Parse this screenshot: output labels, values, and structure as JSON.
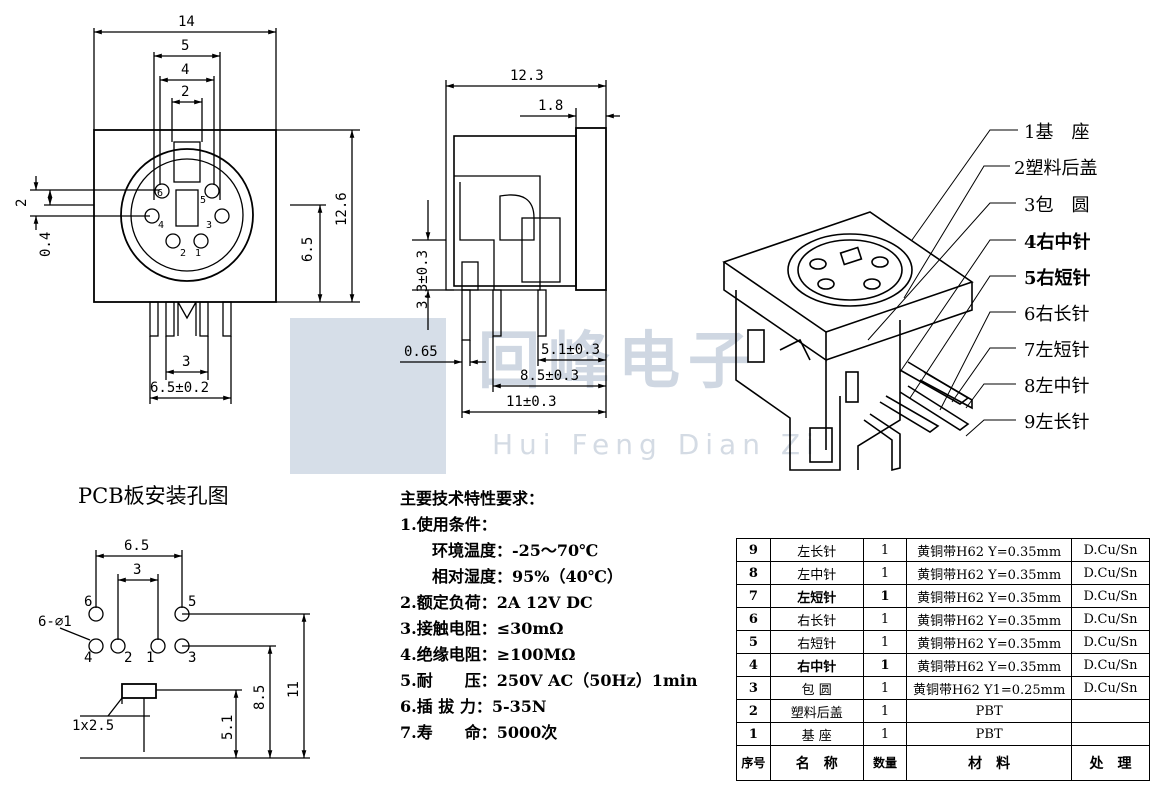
{
  "front_view": {
    "dims": [
      "14",
      "5",
      "4",
      "2",
      "2",
      "0.4",
      "6.5",
      "12.6",
      "3",
      "6.5±0.2"
    ],
    "pin_numbers": [
      "6",
      "5",
      "4",
      "3",
      "2",
      "1"
    ]
  },
  "side_view": {
    "dims": [
      "12.3",
      "1.8",
      "3.3±0.3",
      "0.65",
      "5.1±0.3",
      "8.5±0.3",
      "11±0.3"
    ]
  },
  "parts_callouts": [
    {
      "text": "1基　座",
      "bold": false
    },
    {
      "text": "2塑料后盖",
      "bold": false
    },
    {
      "text": "3包　圆",
      "bold": false
    },
    {
      "text": "4右中针",
      "bold": true
    },
    {
      "text": "5右短针",
      "bold": true
    },
    {
      "text": "6右长针",
      "bold": false
    },
    {
      "text": "7左短针",
      "bold": false
    },
    {
      "text": "8左中针",
      "bold": false
    },
    {
      "text": "9左长针",
      "bold": false
    }
  ],
  "watermark": {
    "cn": "回峰电子",
    "en": "Hui Feng Dian Zi"
  },
  "pcb": {
    "title": "PCB板安装孔图",
    "dims": [
      "6.5",
      "3",
      "6-⌀1",
      "1x2.5",
      "5.1",
      "8.5",
      "11"
    ],
    "hole_numbers": [
      "6",
      "5",
      "4",
      "2",
      "1",
      "3"
    ]
  },
  "specs": {
    "title": "主要技术特性要求：",
    "items": [
      {
        "text": "1.使用条件：",
        "indent": false
      },
      {
        "text": "环境温度：-25～70℃",
        "indent": true
      },
      {
        "text": "相对湿度：95%（40℃）",
        "indent": true
      },
      {
        "text": "2.额定负荷：2A 12V DC",
        "indent": false
      },
      {
        "text": "3.接触电阻：≤30mΩ",
        "indent": false
      },
      {
        "text": "4.绝缘电阻：≥100MΩ",
        "indent": false
      },
      {
        "text": "5.耐　　压：250V AC（50Hz）1min",
        "indent": false
      },
      {
        "text": "6.插 拔 力：5-35N",
        "indent": false
      },
      {
        "text": "7.寿　　命：5000次",
        "indent": false
      }
    ]
  },
  "bom": {
    "rows": [
      [
        "9",
        "左长针",
        "1",
        "黄铜带H62 Y=0.35mm",
        "D.Cu/Sn"
      ],
      [
        "8",
        "左中针",
        "1",
        "黄铜带H62 Y=0.35mm",
        "D.Cu/Sn"
      ],
      [
        "7",
        "左短针",
        "1",
        "黄铜带H62 Y=0.35mm",
        "D.Cu/Sn"
      ],
      [
        "6",
        "右长针",
        "1",
        "黄铜带H62 Y=0.35mm",
        "D.Cu/Sn"
      ],
      [
        "5",
        "右短针",
        "1",
        "黄铜带H62 Y=0.35mm",
        "D.Cu/Sn"
      ],
      [
        "4",
        "右中针",
        "1",
        "黄铜带H62 Y=0.35mm",
        "D.Cu/Sn"
      ],
      [
        "3",
        "包 圆",
        "1",
        "黄铜带H62 Y1=0.25mm",
        "D.Cu/Sn"
      ],
      [
        "2",
        "塑料后盖",
        "1",
        "PBT",
        ""
      ],
      [
        "1",
        "基 座",
        "1",
        "PBT",
        ""
      ]
    ],
    "header": [
      "序号",
      "名　称",
      "数量",
      "材　料",
      "处　理"
    ]
  }
}
